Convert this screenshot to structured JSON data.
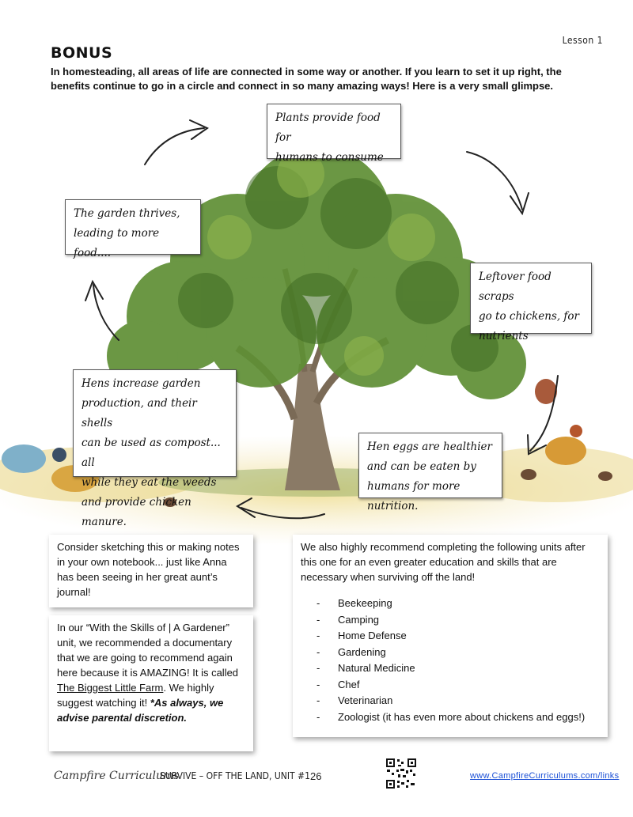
{
  "header": {
    "lesson": "Lesson 1",
    "title": "BONUS",
    "intro": "In homesteading, all areas of life are connected in some way or another.  If you learn to set it up right, the benefits continue to go in a circle and connect in so many amazing ways!  Here is a very small glimpse."
  },
  "cycle_notes": {
    "plants": [
      "Plants provide food for",
      "humans to consume"
    ],
    "garden": [
      "The garden thrives,",
      "leading to more food...."
    ],
    "scraps": [
      "Leftover food scraps",
      "go to chickens, for",
      "nutrients"
    ],
    "hens": [
      "Hens increase garden",
      "production, and their shells",
      "can be used as compost... all",
      "while they eat the weeds",
      "and provide chicken manure."
    ],
    "eggs": [
      "Hen eggs are healthier",
      "and can be eaten by",
      "humans for more nutrition."
    ]
  },
  "sketch_box": {
    "text": "Consider sketching this or making notes in your own notebook... just like Anna has been seeing in her great aunt’s journal!"
  },
  "doc_box": {
    "text_before": "In our “With the Skills of | A Gardener” unit, we recommended a documentary that we are going to recommend again here because it is AMAZING!  It is called ",
    "film": "The Biggest Little Farm",
    "text_after": ".  We highly suggest watching it!  ",
    "advice": "*As always, we advise parental discretion."
  },
  "units_box": {
    "intro": "We also highly recommend completing the following units after this one for an even greater education and skills that are necessary when surviving off the land!",
    "dash": "-",
    "units": [
      "Beekeeping",
      "Camping",
      "Home Defense",
      "Gardening",
      "Natural Medicine",
      "Chef",
      "Veterinarian",
      "Zoologist (it has even more about chickens and eggs!)"
    ]
  },
  "footer": {
    "logo": "Campfire Curriculums",
    "title": "SURVIVE – OFF THE LAND, UNIT #1",
    "page": "26",
    "link": "www.CampfireCurriculums.com/links"
  },
  "colors": {
    "foliage": "#5f8f35",
    "foliage_dark": "#3f6b22",
    "trunk": "#8a7a66",
    "ground": "#e9d98a",
    "link": "#1a4fd6"
  }
}
